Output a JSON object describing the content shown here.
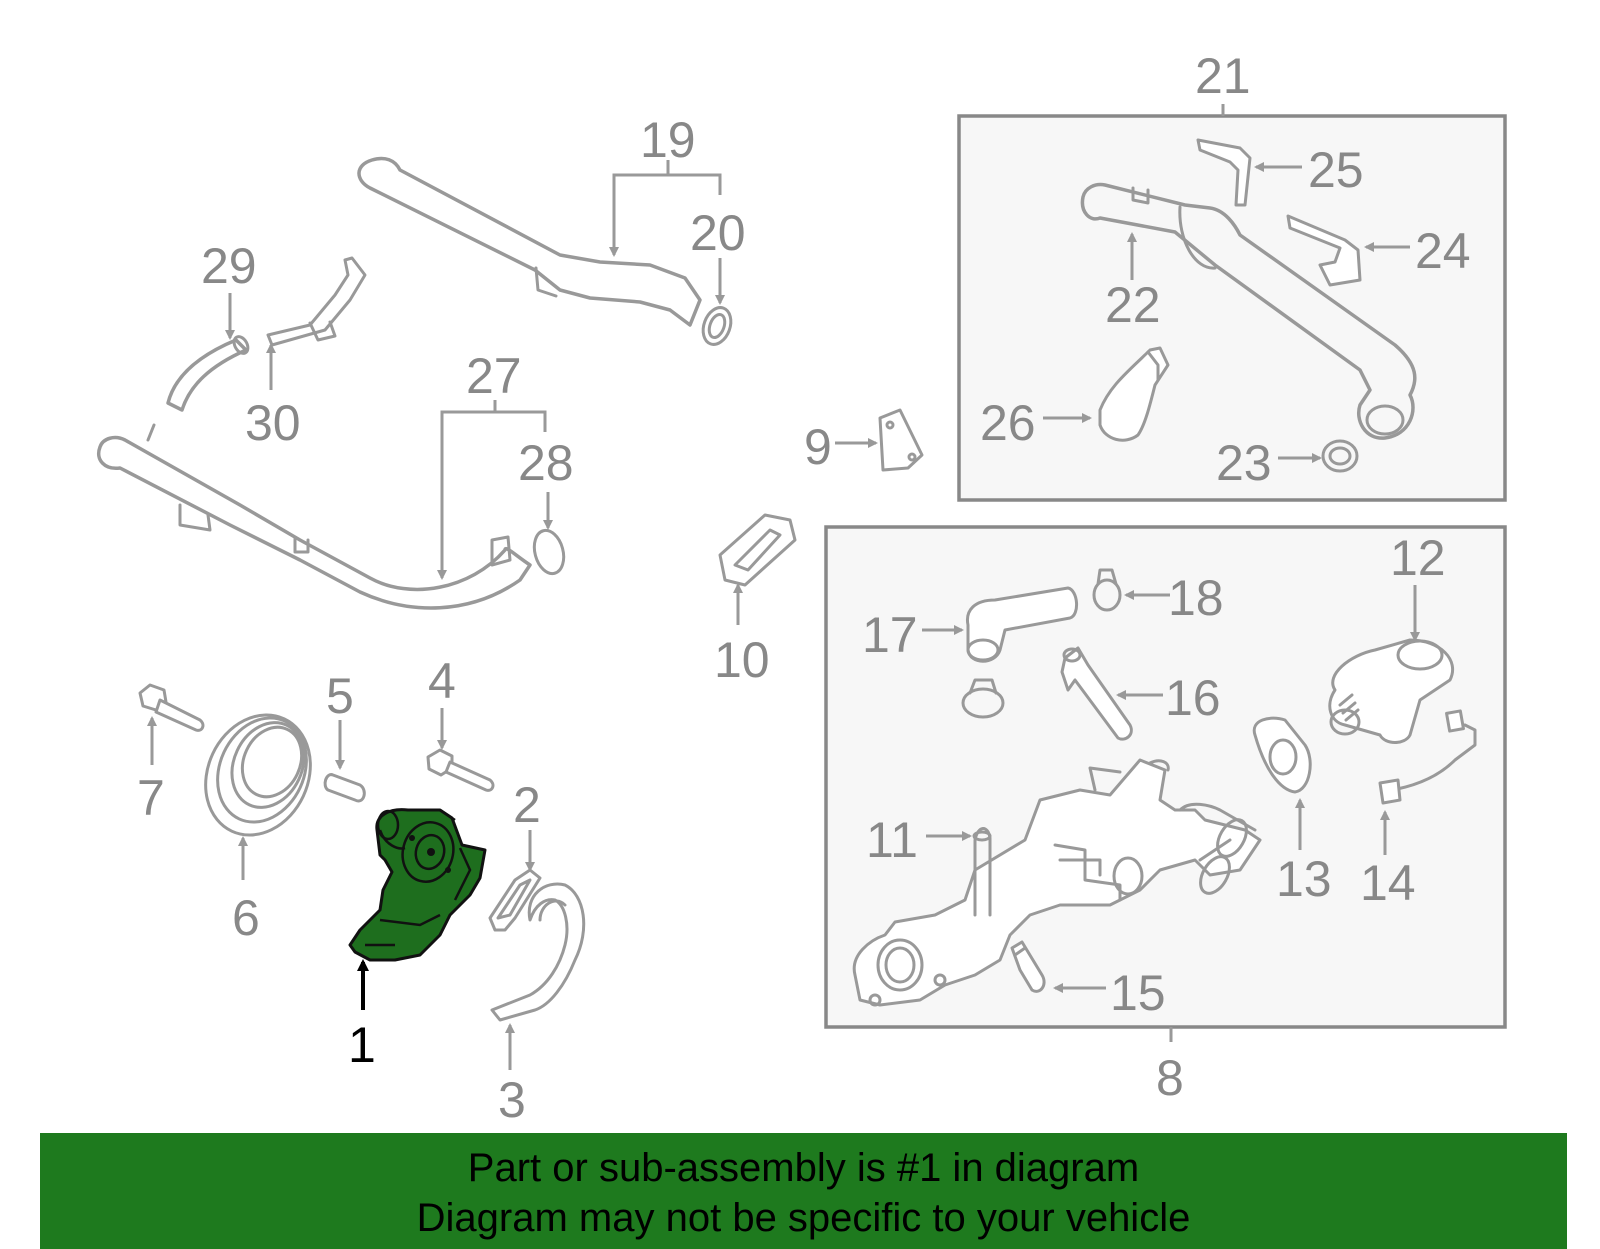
{
  "selected_part": "1",
  "colors": {
    "selected_fill": "#1e6e1e",
    "banner": "#1e7a1e",
    "part_stroke": "#999999",
    "label": "#888888"
  },
  "labels": {
    "p1": "1",
    "p2": "2",
    "p3": "3",
    "p4": "4",
    "p5": "5",
    "p6": "6",
    "p7": "7",
    "p8": "8",
    "p9": "9",
    "p10": "10",
    "p11": "11",
    "p12": "12",
    "p13": "13",
    "p14": "14",
    "p15": "15",
    "p16": "16",
    "p17": "17",
    "p18": "18",
    "p19": "19",
    "p20": "20",
    "p21": "21",
    "p22": "22",
    "p23": "23",
    "p24": "24",
    "p25": "25",
    "p26": "26",
    "p27": "27",
    "p28": "28",
    "p29": "29",
    "p30": "30"
  },
  "banner": {
    "line1": "Part or sub-assembly is #1 in diagram",
    "line2": "Diagram may not be specific to your vehicle"
  }
}
